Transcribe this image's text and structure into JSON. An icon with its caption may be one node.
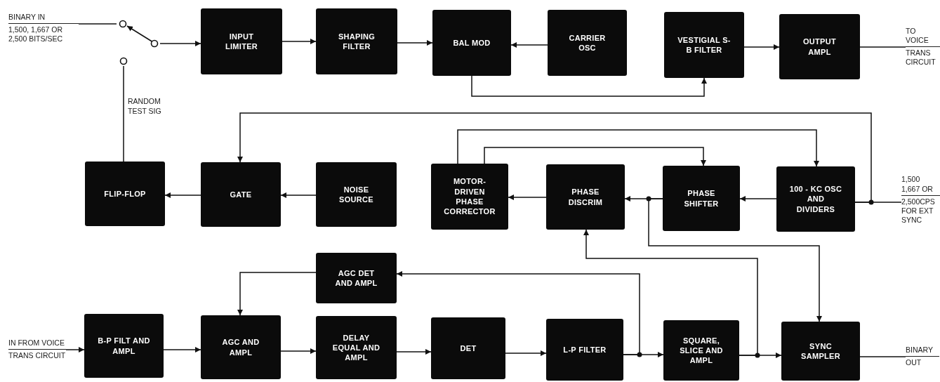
{
  "diagram": {
    "nodes": [
      {
        "text": [
          "INPUT LIMITER"
        ]
      },
      {
        "text": [
          "SHAPING FILTER"
        ]
      },
      {
        "text": [
          "BAL MOD"
        ]
      },
      {
        "text": [
          "CARRIER OSC"
        ]
      },
      {
        "text": [
          "VESTIGIAL S-B FILTER"
        ]
      },
      {
        "text": [
          "OUTPUT AMPL"
        ]
      },
      {
        "text": [
          "FLIP-FLOP"
        ]
      },
      {
        "text": [
          "GATE"
        ]
      },
      {
        "text": [
          "NOISE SOURCE"
        ]
      },
      {
        "text": [
          "MOTOR-DRIVEN PHASE CORRECTOR"
        ]
      },
      {
        "text": [
          "PHASE DISCRIM"
        ]
      },
      {
        "text": [
          "PHASE SHIFTER"
        ]
      },
      {
        "text": [
          "100 - KC OSC AND DIVIDERS"
        ]
      },
      {
        "text": [
          "AGC DET AND AMPL"
        ]
      },
      {
        "text": [
          "B-P FILT AND AMPL"
        ]
      },
      {
        "text": [
          "AGC AND AMPL"
        ]
      },
      {
        "text": [
          "DELAY EQUAL AND AMPL"
        ]
      },
      {
        "text": [
          "DET"
        ]
      },
      {
        "text": [
          "L-P FILTER"
        ]
      },
      {
        "text": [
          "SQUARE, SLICE AND AMPL"
        ]
      },
      {
        "text": [
          "SYNC SAMPLER"
        ]
      },
      {
        "text": [
          "BINARY IN",
          "1,500, 1,667 OR 2,500 BITS/SEC"
        ]
      },
      {
        "text": [],
        "shape": "switch"
      },
      {
        "text": [
          "TO VOICE",
          "TRANS CIRCUIT"
        ]
      },
      {
        "text": [
          "1,500 1,667 OR",
          "2,500CPS FOR EXT SYNC"
        ]
      },
      {
        "text": [
          "IN FROM VOICE",
          "TRANS CIRCUIT"
        ]
      },
      {
        "text": [
          "BINARY",
          "OUT"
        ]
      }
    ],
    "edges": [
      {
        "from": 21,
        "to": 22,
        "arrow": "none"
      },
      {
        "from": 22,
        "to": 0,
        "arrow": "to"
      },
      {
        "from": 6,
        "to": 22,
        "arrow": "none",
        "label": "RANDOM TEST SIG"
      },
      {
        "from": 0,
        "to": 1,
        "arrow": "to"
      },
      {
        "from": 1,
        "to": 2,
        "arrow": "to"
      },
      {
        "from": 3,
        "to": 2,
        "arrow": "to"
      },
      {
        "from": 2,
        "to": 4,
        "arrow": "to"
      },
      {
        "from": 4,
        "to": 5,
        "arrow": "to"
      },
      {
        "from": 5,
        "to": 23,
        "arrow": "none"
      },
      {
        "from": 12,
        "to": 24,
        "arrow": "none"
      },
      {
        "from": 12,
        "to": 7,
        "arrow": "to"
      },
      {
        "from": 8,
        "to": 7,
        "arrow": "to"
      },
      {
        "from": 7,
        "to": 6,
        "arrow": "to"
      },
      {
        "from": 12,
        "to": 11,
        "arrow": "to"
      },
      {
        "from": 11,
        "to": 10,
        "arrow": "to"
      },
      {
        "from": 11,
        "to": 20,
        "arrow": "to"
      },
      {
        "from": 10,
        "to": 9,
        "arrow": "to"
      },
      {
        "from": 9,
        "to": 12,
        "arrow": "to"
      },
      {
        "from": 9,
        "to": 11,
        "arrow": "to"
      },
      {
        "from": 25,
        "to": 14,
        "arrow": "to"
      },
      {
        "from": 14,
        "to": 15,
        "arrow": "to"
      },
      {
        "from": 15,
        "to": 16,
        "arrow": "to"
      },
      {
        "from": 16,
        "to": 17,
        "arrow": "to"
      },
      {
        "from": 17,
        "to": 18,
        "arrow": "to"
      },
      {
        "from": 18,
        "to": 19,
        "arrow": "to"
      },
      {
        "from": 18,
        "to": 13,
        "arrow": "to"
      },
      {
        "from": 13,
        "to": 15,
        "arrow": "to"
      },
      {
        "from": 19,
        "to": 20,
        "arrow": "to"
      },
      {
        "from": 19,
        "to": 10,
        "arrow": "to"
      },
      {
        "from": 20,
        "to": 26,
        "arrow": "none"
      }
    ]
  }
}
